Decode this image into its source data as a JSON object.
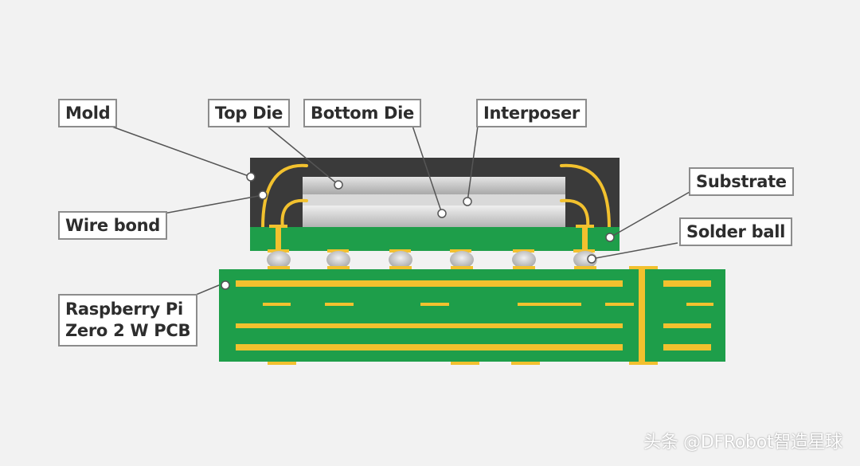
{
  "labels": {
    "mold": "Mold",
    "top_die": "Top Die",
    "bottom_die": "Bottom Die",
    "interposer": "Interposer",
    "substrate": "Substrate",
    "wire_bond": "Wire bond",
    "solder_ball": "Solder ball",
    "pcb": "Raspberry Pi\nZero 2 W PCB"
  },
  "watermark": "头条 @DFRobot智造星球",
  "colors": {
    "background": "#f2f2f2",
    "mold": "#3a3a3a",
    "die": "#c9c9c9",
    "substrate_pcb": "#1e9e4a",
    "gold": "#f2c12e",
    "solder": "#d4d4d4",
    "label_border": "#8c8c8c"
  }
}
